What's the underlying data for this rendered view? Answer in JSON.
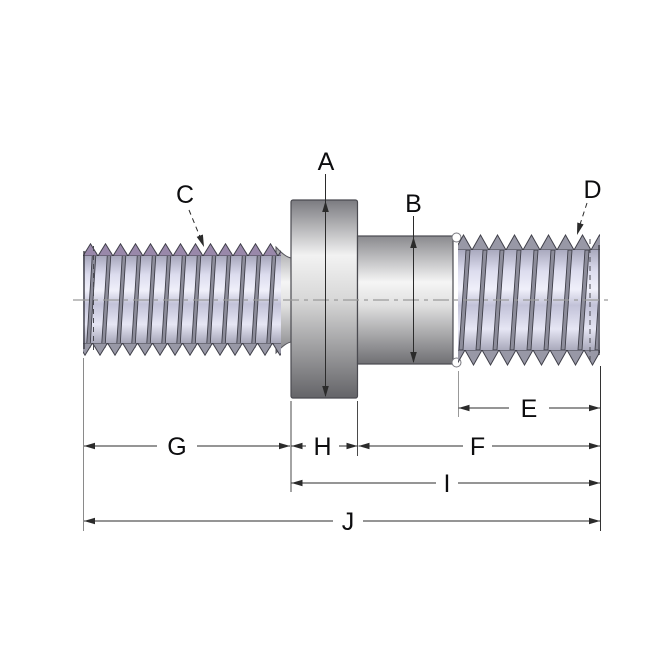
{
  "drawing": {
    "labels": {
      "a": "A",
      "b": "B",
      "c": "C",
      "d": "D",
      "e": "E",
      "f": "F",
      "g": "G",
      "h": "H",
      "i": "I",
      "j": "J"
    },
    "colors": {
      "background": "#ffffff",
      "part_outline": "#3a3a42",
      "dimension_line": "#2b2b2b",
      "extension_line": "#8a8a8a",
      "centerline": "#9a9a9a",
      "metal_highlight": "#f2f2f2",
      "metal_shadow": "#6a6a70",
      "thread_tint": "#c6c6dd",
      "thread_facet": "#9898a6"
    }
  }
}
